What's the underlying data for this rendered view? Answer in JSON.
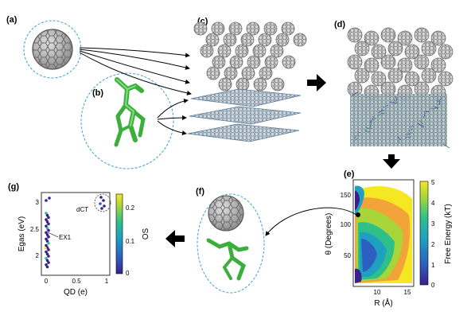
{
  "panels": {
    "a": "(a)",
    "b": "(b)",
    "c": "(c)",
    "d": "(d)",
    "e": "(e)",
    "f": "(f)",
    "g": "(g)"
  },
  "panel_e": {
    "xlabel": "R (Å)",
    "ylabel": "θ (Degrees)",
    "colorbar_label": "Free Energy (kT)",
    "x_ticks": [
      "10",
      "15"
    ],
    "y_ticks": [
      "150",
      "100",
      "50"
    ],
    "colorbar_ticks": [
      "5",
      "4",
      "3",
      "2",
      "1",
      "0"
    ]
  },
  "panel_g": {
    "ylabel": "Egas (eV)",
    "xlabel": "QD (e)",
    "colorbar_label": "OS",
    "x_ticks": [
      "0",
      "0.5",
      "1"
    ],
    "y_ticks": [
      "3",
      "2.5",
      "2"
    ],
    "colorbar_ticks": [
      "0.2",
      "0.1",
      "0"
    ],
    "annotations": [
      "dCT",
      "EX1"
    ]
  },
  "colors": {
    "c60": "#7f7f7f",
    "molecule": "#5ccf5c",
    "dashed_circle": "#3aa0d8",
    "arrow": "#000000"
  }
}
